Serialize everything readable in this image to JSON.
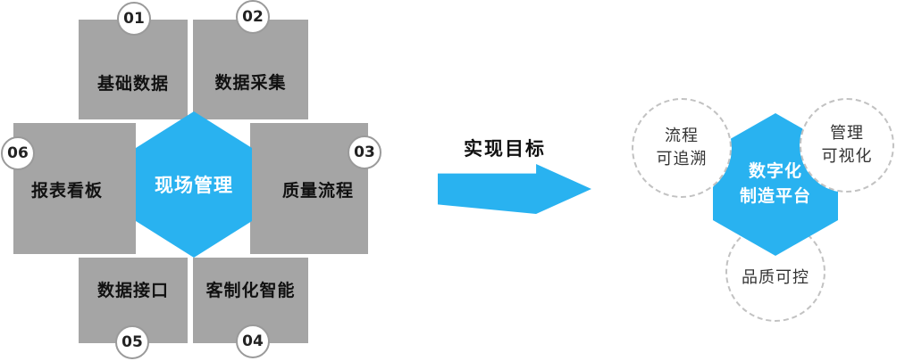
{
  "colors": {
    "accent_cyan": "#29b2f0",
    "segment_gray": "#a5a5a5",
    "circle_border_gray": "#9a9a9a",
    "dashed_border_gray": "#c2c2c2"
  },
  "left_diagram": {
    "center_label": "现场管理",
    "segments": [
      {
        "number": "01",
        "label": "基础数据"
      },
      {
        "number": "02",
        "label": "数据采集"
      },
      {
        "number": "03",
        "label": "质量流程"
      },
      {
        "number": "04",
        "label": "客制化智能"
      },
      {
        "number": "05",
        "label": "数据接口"
      },
      {
        "number": "06",
        "label": "报表看板"
      }
    ]
  },
  "arrow": {
    "label": "实现目标"
  },
  "right_diagram": {
    "platform": {
      "line1": "数字化",
      "line2": "制造平台"
    },
    "features": [
      {
        "line1": "流程",
        "line2": "可追溯"
      },
      {
        "line1": "管理",
        "line2": "可视化"
      },
      {
        "line1": "品质可控"
      }
    ]
  }
}
